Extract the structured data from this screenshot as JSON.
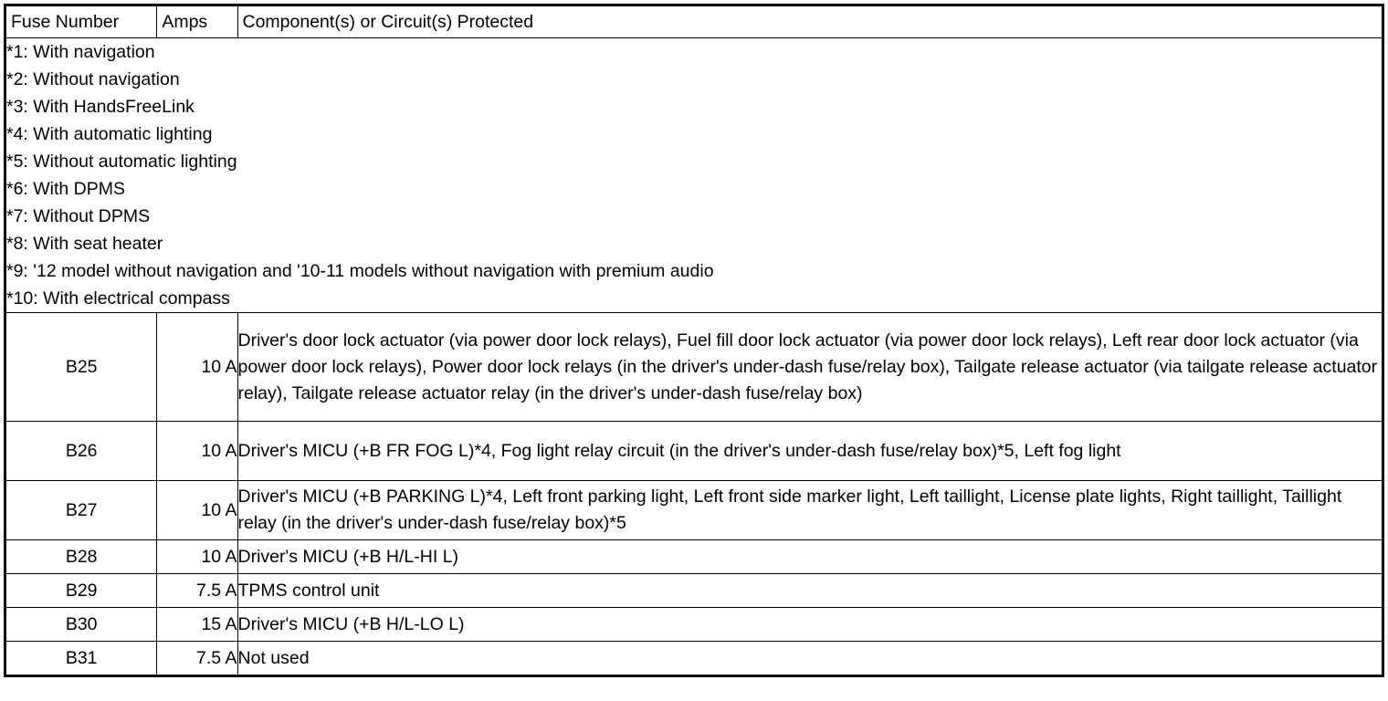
{
  "table": {
    "columns": [
      {
        "key": "fuse_number",
        "label": "Fuse Number"
      },
      {
        "key": "amps",
        "label": "Amps"
      },
      {
        "key": "component",
        "label": "Component(s) or Circuit(s) Protected"
      }
    ],
    "footnotes": [
      "*1: With navigation",
      "*2: Without navigation",
      "*3: With HandsFreeLink",
      "*4: With automatic lighting",
      "*5: Without automatic lighting",
      "*6: With DPMS",
      "*7: Without DPMS",
      "*8: With seat heater",
      "*9: '12 model without navigation and '10-11 models without navigation with premium audio",
      "*10: With electrical compass"
    ],
    "rows": [
      {
        "fuse_number": "B25",
        "amps": "10 A",
        "component": "Driver's door lock actuator (via power door lock relays), Fuel fill door lock actuator (via power door lock relays), Left rear door lock actuator (via power door lock relays), Power door lock relays (in the driver's under-dash fuse/relay box), Tailgate release actuator (via tailgate release actuator relay), Tailgate release actuator relay (in the driver's under-dash fuse/relay box)"
      },
      {
        "fuse_number": "B26",
        "amps": "10 A",
        "component": "Driver's MICU (+B FR FOG L)*4, Fog light relay circuit (in the driver's under-dash fuse/relay box)*5, Left fog light"
      },
      {
        "fuse_number": "B27",
        "amps": "10 A",
        "component": "Driver's MICU (+B PARKING L)*4, Left front parking light, Left front side marker light, Left taillight, License plate lights, Right taillight, Taillight relay (in the driver's under-dash fuse/relay box)*5"
      },
      {
        "fuse_number": "B28",
        "amps": "10 A",
        "component": "Driver's MICU (+B H/L-HI L)"
      },
      {
        "fuse_number": "B29",
        "amps": "7.5 A",
        "component": "TPMS control unit"
      },
      {
        "fuse_number": "B30",
        "amps": "15 A",
        "component": "Driver's MICU (+B H/L-LO L)"
      },
      {
        "fuse_number": "B31",
        "amps": "7.5 A",
        "component": "Not used"
      }
    ]
  },
  "colors": {
    "border": "#000000",
    "text": "#000000",
    "background": "#ffffff"
  }
}
